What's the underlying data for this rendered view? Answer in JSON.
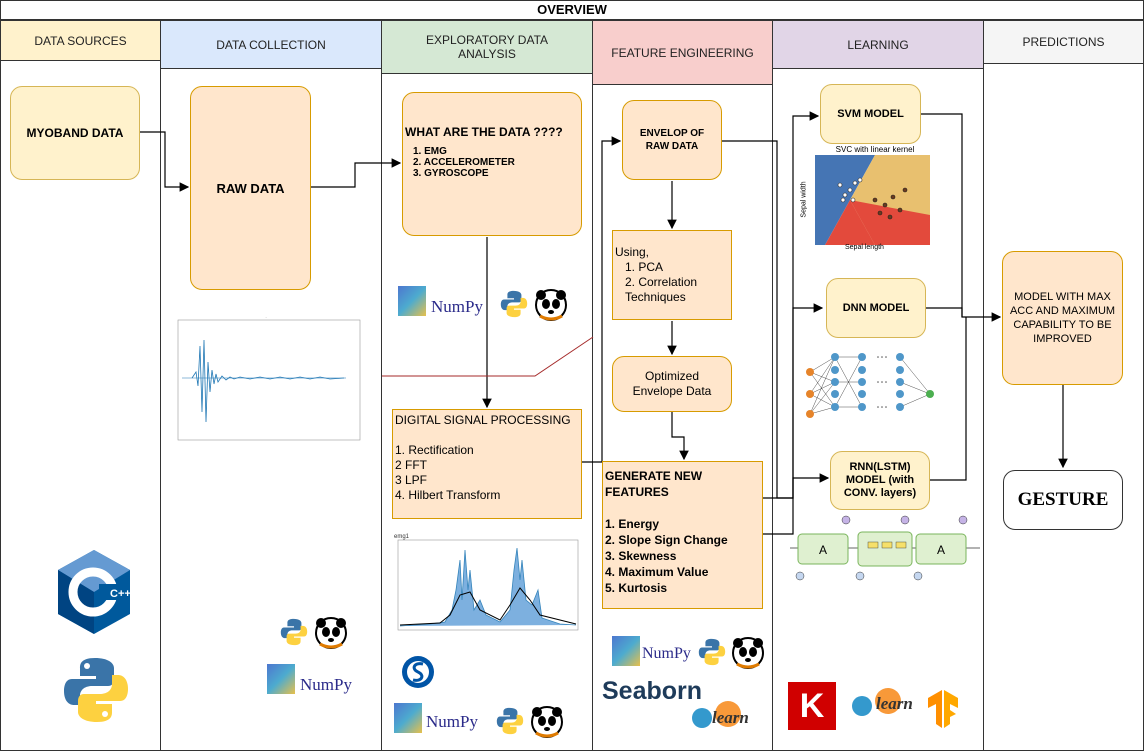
{
  "title": "OVERVIEW",
  "lanes": [
    {
      "label": "DATA SOURCES",
      "color": "#fff2cc"
    },
    {
      "label": "DATA COLLECTION",
      "color": "#dae8fc"
    },
    {
      "label": "EXPLORATORY DATA ANALYSIS",
      "color": "#d5e8d4"
    },
    {
      "label": "FEATURE ENGINEERING",
      "color": "#f8cecc"
    },
    {
      "label": "LEARNING",
      "color": "#e1d5e7"
    },
    {
      "label": "PREDICTIONS",
      "color": "#f5f5f5"
    }
  ],
  "nodes": {
    "myoband": "MYOBAND DATA",
    "raw_data": "RAW DATA",
    "what_data_title": "WHAT ARE THE DATA ????",
    "what_data_items": [
      "1. EMG",
      "2. ACCELEROMETER",
      "3. GYROSCOPE"
    ],
    "dsp_title": "DIGITAL SIGNAL PROCESSING",
    "dsp_items": [
      "1. Rectification",
      "2 FFT",
      "3 LPF",
      "4. Hilbert Transform"
    ],
    "envelop": "ENVELOP OF RAW DATA",
    "using_title": "Using,",
    "using_items": [
      "1. PCA",
      "2. Correlation Techniques"
    ],
    "optimized": "Optimized Envelope Data",
    "generate_title": "GENERATE NEW FEATURES",
    "generate_items": [
      "1. Energy",
      "2. Slope Sign Change",
      "3. Skewness",
      "4. Maximum Value",
      "5. Kurtosis"
    ],
    "svm": "SVM MODEL",
    "svm_caption": "SVC with linear kernel",
    "svm_xlabel": "Sepal length",
    "svm_ylabel": "Sepal width",
    "dnn": "DNN MODEL",
    "rnn": "RNN(LSTM) MODEL (with CONV. layers)",
    "model_max": "MODEL WITH MAX ACC AND MAXIMUM CAPABILITY TO BE IMPROVED",
    "gesture": "GESTURE"
  },
  "libs": {
    "numpy": "NumPy",
    "seaborn": "Seaborn",
    "learn": "learn",
    "keras": "K",
    "cpp": "C++"
  },
  "lstm_cell_label": "A",
  "fft_plot_title": "emg1"
}
